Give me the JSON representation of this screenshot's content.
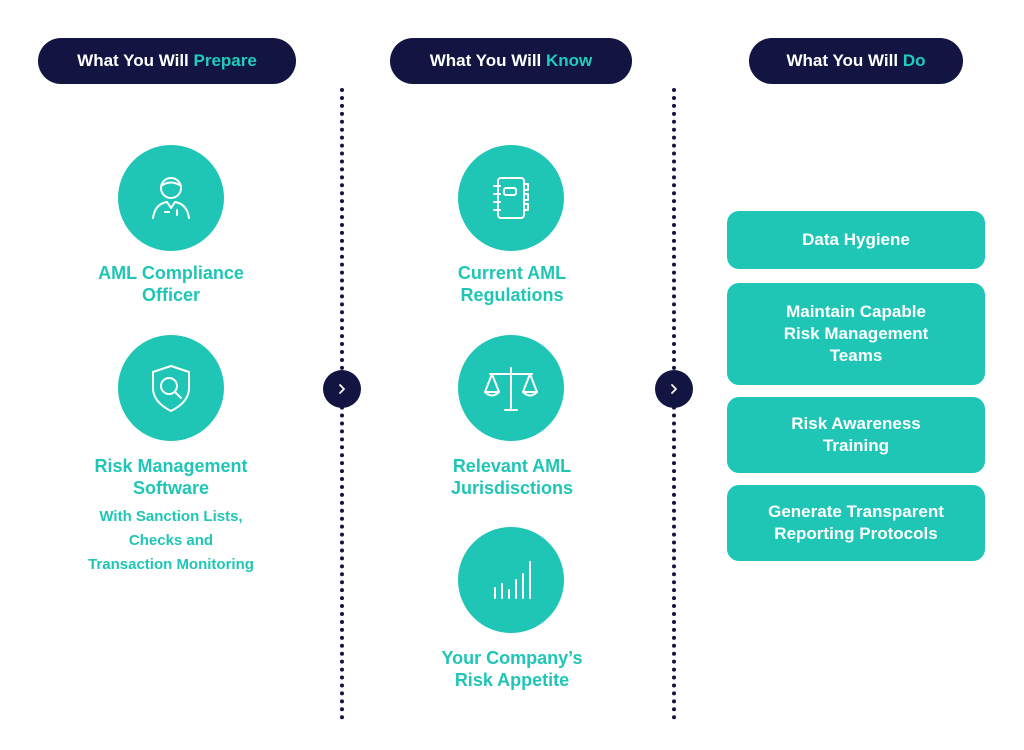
{
  "headers": [
    {
      "prefix": "What You Will ",
      "accent": "Prepare"
    },
    {
      "prefix": "What You Will ",
      "accent": "Know"
    },
    {
      "prefix": "What You Will ",
      "accent": "Do"
    }
  ],
  "prepare": {
    "item1": {
      "icon": "officer-icon",
      "lines": [
        "AML Compliance",
        "Officer"
      ]
    },
    "item2": {
      "icon": "shield-search-icon",
      "lines": [
        "Risk Management",
        "Software"
      ],
      "sub_lines": [
        "With Sanction Lists,",
        "Checks and",
        "Transaction Monitoring"
      ]
    }
  },
  "know": {
    "item1": {
      "icon": "notebook-icon",
      "lines": [
        "Current AML",
        "Regulations"
      ]
    },
    "item2": {
      "icon": "scales-icon",
      "lines": [
        "Relevant AML",
        "Jurisdisctions"
      ]
    },
    "item3": {
      "icon": "bar-chart-icon",
      "lines": [
        "Your Company’s",
        "Risk Appetite"
      ]
    }
  },
  "do": {
    "boxes": [
      {
        "lines": [
          "Data Hygiene"
        ]
      },
      {
        "lines": [
          "Maintain Capable",
          "Risk Management",
          "Teams"
        ]
      },
      {
        "lines": [
          "Risk Awareness",
          "Training"
        ]
      },
      {
        "lines": [
          "Generate Transparent",
          "Reporting Protocols"
        ]
      }
    ]
  },
  "arrows": [
    "chevron-right-icon",
    "chevron-right-icon"
  ],
  "colors": {
    "navy": "#121542",
    "teal": "#1fc6b5",
    "accent_teal": "#1fcdbb",
    "white": "#ffffff"
  }
}
